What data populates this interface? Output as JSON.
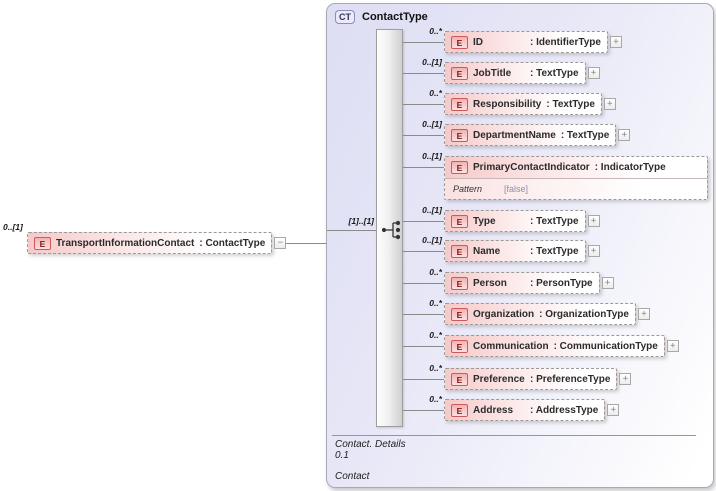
{
  "root_element": {
    "cardinality": "0..[1]",
    "icon": "E",
    "name": "TransportInformationContact",
    "type_label": ": ContactType",
    "collapse_glyph": "−"
  },
  "complex_type": {
    "badge": "CT",
    "title": "ContactType",
    "sequence_cardinality": "[1]..[1]",
    "children": [
      {
        "cardinality": "0..*",
        "icon": "E",
        "name": "ID",
        "type_label": ": IdentifierType",
        "expand_glyph": "+"
      },
      {
        "cardinality": "0..[1]",
        "icon": "E",
        "name": "JobTitle",
        "type_label": ": TextType",
        "expand_glyph": "+"
      },
      {
        "cardinality": "0..*",
        "icon": "E",
        "name": "Responsibility",
        "type_label": ": TextType",
        "expand_glyph": "+"
      },
      {
        "cardinality": "0..[1]",
        "icon": "E",
        "name": "DepartmentName",
        "type_label": ": TextType",
        "expand_glyph": "+"
      },
      {
        "cardinality": "0..[1]",
        "icon": "E",
        "name": "PrimaryContactIndicator",
        "type_label": ": IndicatorType",
        "facet": {
          "label": "Pattern",
          "value": "[false]"
        }
      },
      {
        "cardinality": "0..[1]",
        "icon": "E",
        "name": "Type",
        "type_label": ": TextType",
        "expand_glyph": "+"
      },
      {
        "cardinality": "0..[1]",
        "icon": "E",
        "name": "Name",
        "type_label": ": TextType",
        "expand_glyph": "+"
      },
      {
        "cardinality": "0..*",
        "icon": "E",
        "name": "Person",
        "type_label": ": PersonType",
        "expand_glyph": "+"
      },
      {
        "cardinality": "0..*",
        "icon": "E",
        "name": "Organization",
        "type_label": ": OrganizationType",
        "expand_glyph": "+"
      },
      {
        "cardinality": "0..*",
        "icon": "E",
        "name": "Communication",
        "type_label": ": CommunicationType",
        "expand_glyph": "+"
      },
      {
        "cardinality": "0..*",
        "icon": "E",
        "name": "Preference",
        "type_label": ": PreferenceType",
        "expand_glyph": "+"
      },
      {
        "cardinality": "0..*",
        "icon": "E",
        "name": "Address",
        "type_label": ": AddressType",
        "expand_glyph": "+"
      }
    ],
    "footer": {
      "line1": "Contact. Details",
      "line2": "0.1",
      "line3": "Contact"
    }
  }
}
